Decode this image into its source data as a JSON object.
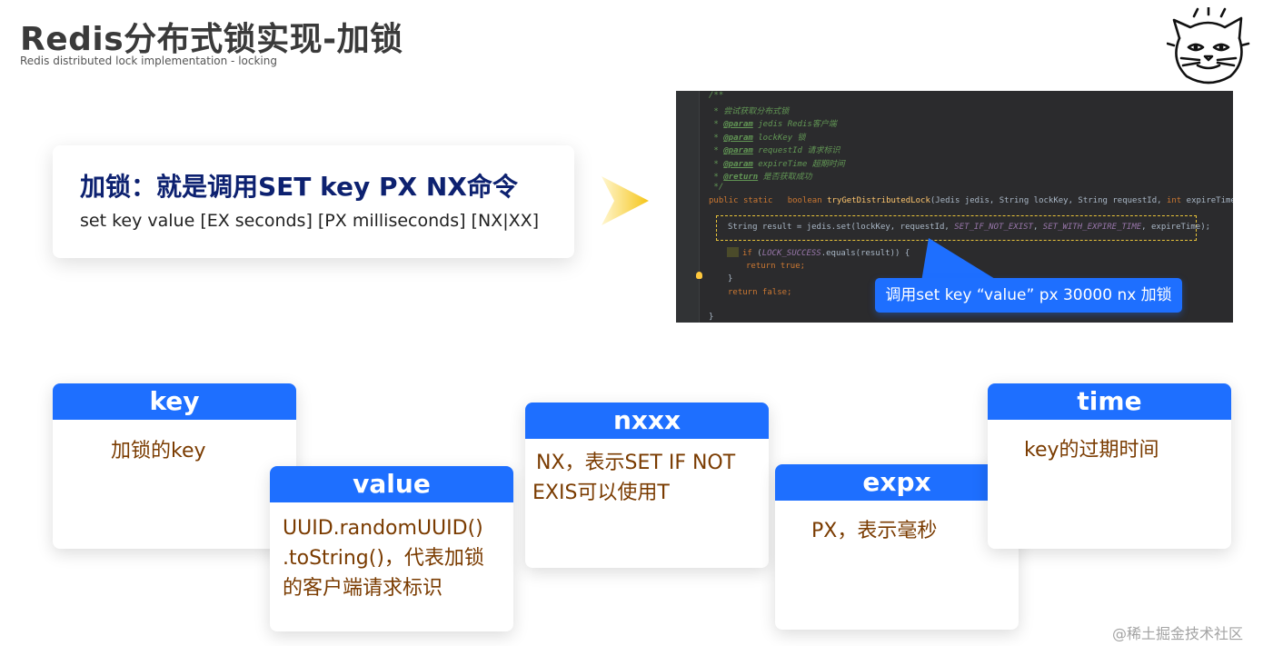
{
  "header": {
    "title": "Redis分布式锁实现-加锁",
    "subtitle": "Redis distributed lock implementation - locking"
  },
  "logo": {
    "icon": "cat-face-logo"
  },
  "command": {
    "title": "加锁：就是调用SET key PX NX命令",
    "syntax": "set key value [EX seconds] [PX milliseconds] [NX|XX]"
  },
  "code": {
    "lines": [
      "/**",
      " * 尝试获取分布式锁",
      " * @param jedis Redis客户端",
      " * @param lockKey 锁",
      " * @param requestId 请求标识",
      " * @param expireTime 超期时间",
      " * @return 是否获取成功",
      " */",
      "public static   boolean tryGetDistributedLock(Jedis jedis, String lockKey, String requestId, int expireTime) {",
      "String result = jedis.set(lockKey, requestId, SET_IF_NOT_EXIST, SET_WITH_EXPIRE_TIME, expireTime);",
      "if (LOCK_SUCCESS.equals(result)) {",
      "return true;",
      "}",
      "return false;",
      "}"
    ]
  },
  "callout": {
    "text": "调用set key “value” px 30000 nx 加锁"
  },
  "cards": {
    "key": {
      "title": "key",
      "body": "加锁的key"
    },
    "value": {
      "title": "value",
      "body": [
        "UUID.randomUUID()",
        ".toString()，代表加锁",
        "的客户端请求标识"
      ]
    },
    "nxxx": {
      "title": "nxxx",
      "body": [
        "NX，表示SET IF NOT",
        "EXIS可以使用T"
      ]
    },
    "expx": {
      "title": "expx",
      "body": "PX，表示毫秒"
    },
    "time": {
      "title": "time",
      "body": "key的过期时间"
    }
  },
  "watermark": "@稀土掘金技术社区",
  "colors": {
    "accent": "#1e6fff",
    "title_navy": "#0d2170",
    "body_brown": "#7a3b00",
    "arrow_yellow": "#f5c518"
  }
}
